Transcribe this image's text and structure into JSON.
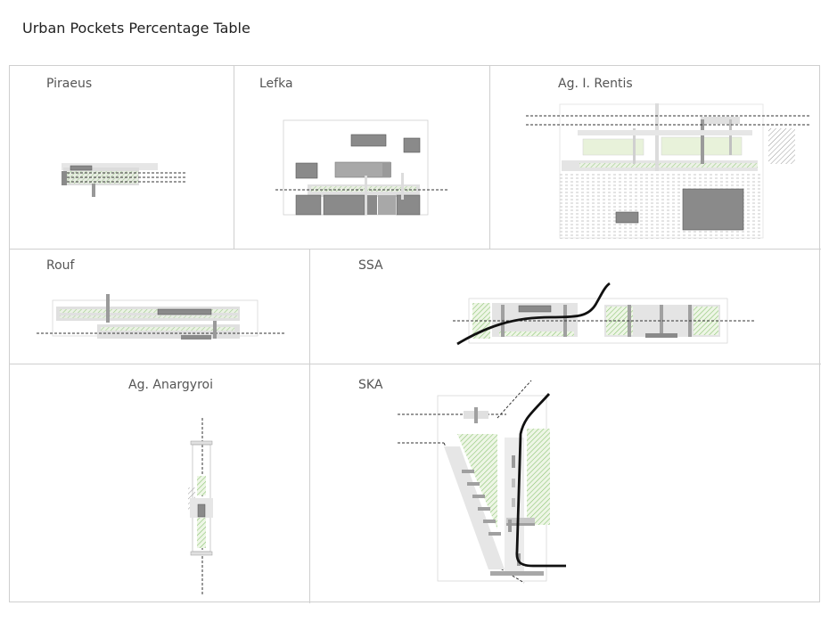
{
  "page": {
    "title": "Urban Pockets Percentage Table"
  },
  "panels": {
    "piraeus": "Piraeus",
    "lefka": "Lefka",
    "rentis": "Ag. I. Rentis",
    "rouf": "Rouf",
    "ssa": "SSA",
    "anargyroi": "Ag. Anargyroi",
    "ska": "SKA"
  },
  "colors": {
    "border": "#cfcfcf",
    "dark_block": "#8a8a8a",
    "mid_block": "#a8a8a8",
    "light_block": "#e2e2e2",
    "green_hatch": "#9bcf83",
    "green_fill": "#e8f2da",
    "rail": "#111111",
    "dashed": "#333333"
  }
}
